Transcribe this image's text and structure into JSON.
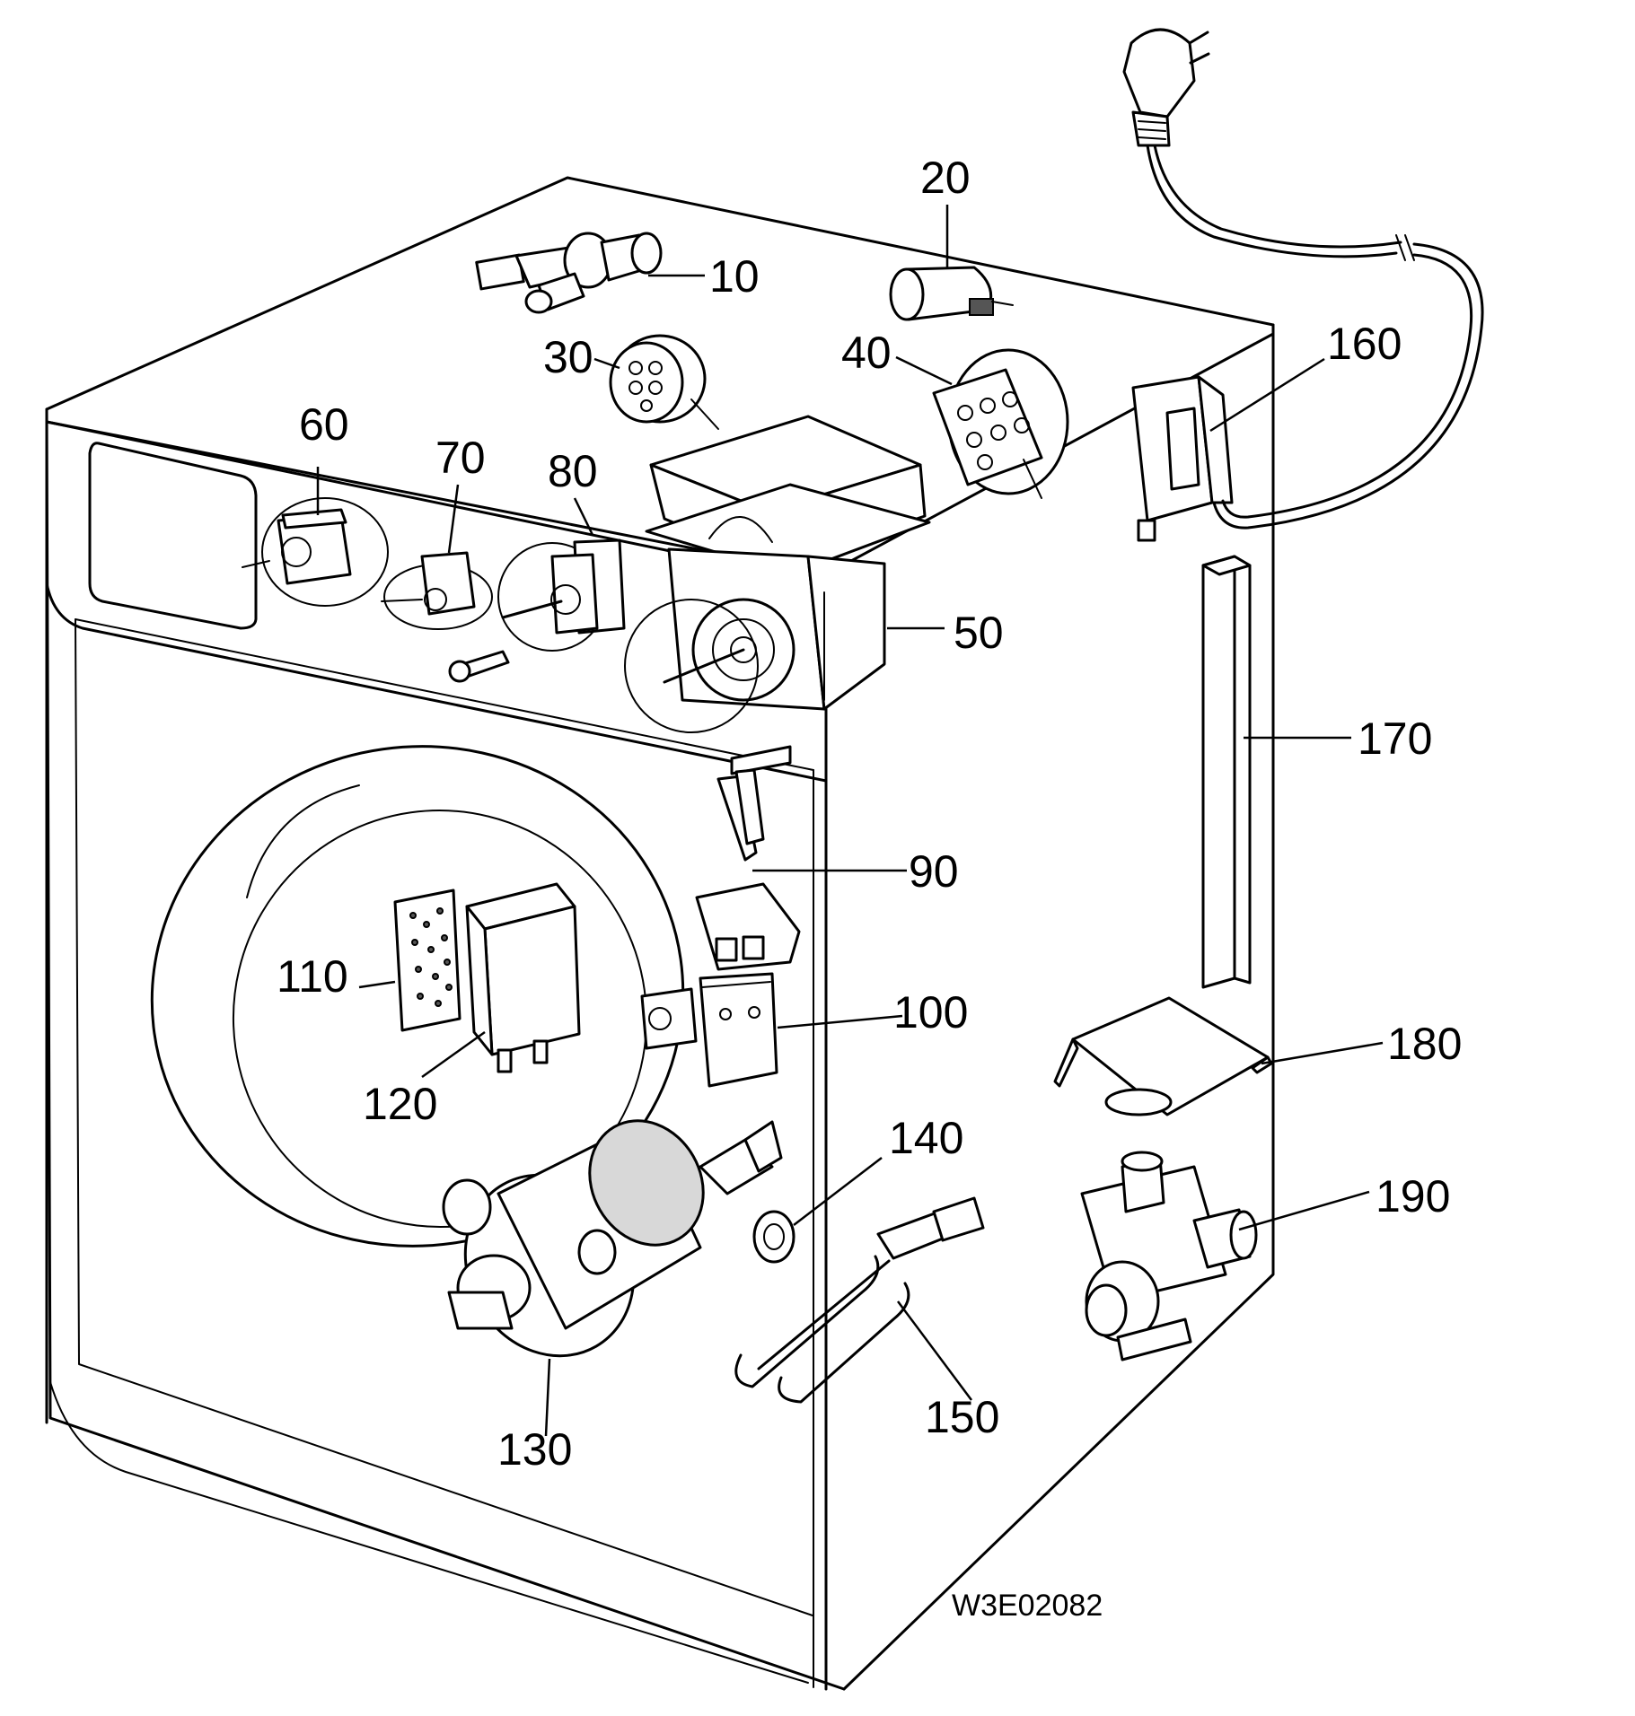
{
  "drawing_code": "W3E02082",
  "parts": [
    {
      "id": "p10",
      "number": "10"
    },
    {
      "id": "p20",
      "number": "20"
    },
    {
      "id": "p30",
      "number": "30"
    },
    {
      "id": "p40",
      "number": "40"
    },
    {
      "id": "p50",
      "number": "50"
    },
    {
      "id": "p60",
      "number": "60"
    },
    {
      "id": "p70",
      "number": "70"
    },
    {
      "id": "p80",
      "number": "80"
    },
    {
      "id": "p90",
      "number": "90"
    },
    {
      "id": "p100",
      "number": "100"
    },
    {
      "id": "p110",
      "number": "110"
    },
    {
      "id": "p120",
      "number": "120"
    },
    {
      "id": "p130",
      "number": "130"
    },
    {
      "id": "p140",
      "number": "140"
    },
    {
      "id": "p150",
      "number": "150"
    },
    {
      "id": "p160",
      "number": "160"
    },
    {
      "id": "p170",
      "number": "170"
    },
    {
      "id": "p180",
      "number": "180"
    },
    {
      "id": "p190",
      "number": "190"
    }
  ]
}
